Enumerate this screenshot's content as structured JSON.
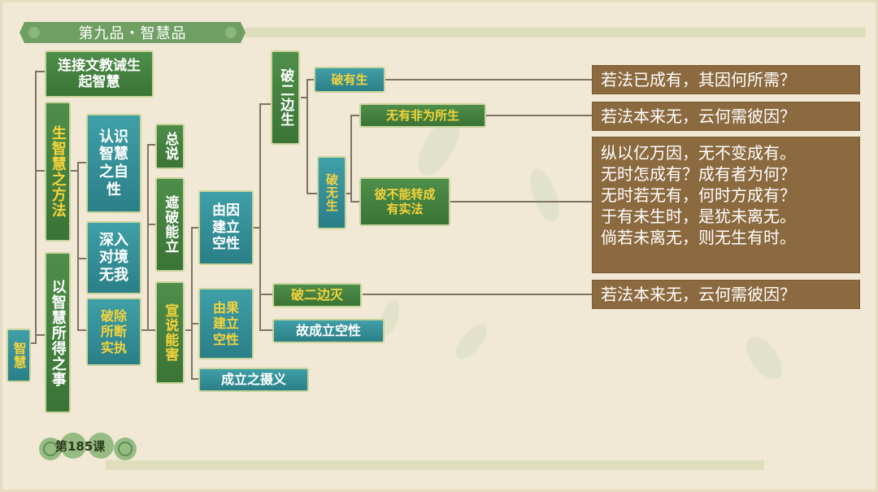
{
  "title": "第九品・智慧品",
  "lesson": "第185课",
  "root": "智慧",
  "level1": {
    "a": "连接文教诫生起智慧",
    "b": "生智慧之方法",
    "c": "以智慧所得之事"
  },
  "level2": {
    "recognize": "认识智慧之自性",
    "deep": "深入对境无我",
    "remove": "破除所断实执"
  },
  "level3": {
    "general": "总说",
    "refute": "遮破能立",
    "establish": "宣说能害"
  },
  "level4": {
    "cause": "由因建立空性",
    "effect": "由果建立空性",
    "summary": "成立之摄义"
  },
  "level5": {
    "two_birth": "破二边生",
    "two_cease": "破二边灭",
    "therefore": "故成立空性"
  },
  "level6": {
    "exist": "破有生",
    "nonexist": "破无生"
  },
  "level7": {
    "notmade": "无有非为所生",
    "cannot": "彼不能转成有实法"
  },
  "quotes": {
    "q1": "若法已成有，其因何所需？",
    "q2": "若法本来无，云何需彼因？",
    "q3": [
      "纵以亿万因，无不变成有。",
      "无时怎成有？成有者为何？",
      "无时若无有，何时方成有？",
      "于有未生时，是犹未离无。",
      "倘若未离无，则无生有时。"
    ],
    "q4": "若法本来无，云何需彼因？"
  },
  "colors": {
    "teal": "#2b7f87",
    "green": "#3a7436",
    "yellow": "#f6d33c",
    "brown": "#8c6a3f",
    "background": "#f1e9d6"
  }
}
